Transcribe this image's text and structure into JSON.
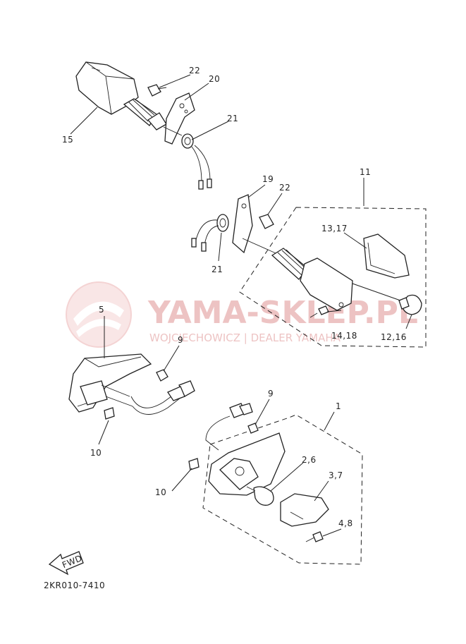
{
  "diagram": {
    "code": "2KR010-7410",
    "fwd_label": "FWD",
    "callouts": {
      "c1": "1",
      "c2_6": "2,6",
      "c3_7": "3,7",
      "c4_8": "4,8",
      "c5": "5",
      "c9a": "9",
      "c9b": "9",
      "c10a": "10",
      "c10b": "10",
      "c11": "11",
      "c12_16": "12,16",
      "c13_17": "13,17",
      "c14_18": "14,18",
      "c15": "15",
      "c19": "19",
      "c20": "20",
      "c21a": "21",
      "c21b": "21",
      "c22a": "22",
      "c22b": "22"
    }
  },
  "watermark": {
    "brand": "YAMA-SKLEP.PL",
    "tagline": "WOJCIECHOWICZ | DEALER YAMAHA",
    "color": "#e8a0a0"
  }
}
